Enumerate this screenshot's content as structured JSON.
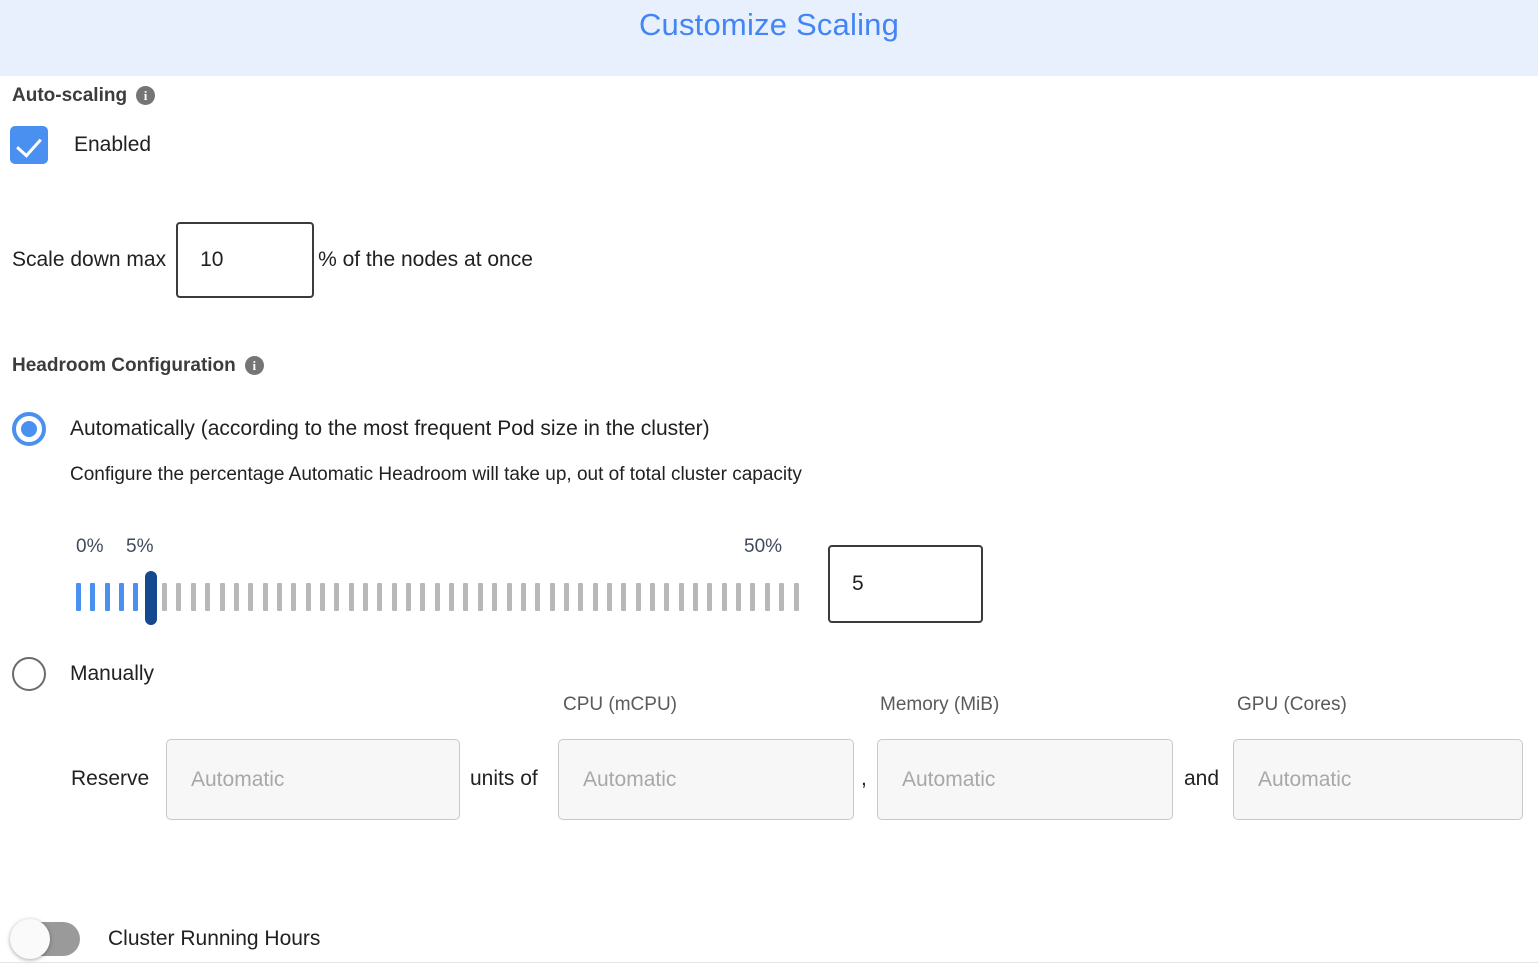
{
  "header": {
    "title": "Customize Scaling",
    "background_color": "#e9f0fd",
    "title_color": "#4285f4"
  },
  "autoscaling": {
    "label": "Auto-scaling",
    "info_icon": "info-icon",
    "info_glyph": "i",
    "checkbox_checked": true,
    "checkbox_label": "Enabled",
    "checkbox_color": "#4a90f0"
  },
  "scale_down": {
    "label": "Scale down max",
    "value": "10",
    "suffix": "% of the nodes at once"
  },
  "headroom": {
    "label": "Headroom Configuration",
    "info_icon": "info-icon",
    "info_glyph": "i",
    "options": [
      {
        "label": "Automatically (according to the most frequent Pod size in the cluster)",
        "selected": true
      },
      {
        "label": "Manually",
        "selected": false
      }
    ],
    "description": "Configure the percentage Automatic Headroom will take up, out of total cluster capacity"
  },
  "slider": {
    "min_label": "0%",
    "current_label": "5%",
    "max_label": "50%",
    "min": 0,
    "max": 50,
    "value": 5,
    "tick_count": 51,
    "active_color": "#4a90f0",
    "inactive_color": "#b8b8b8",
    "thumb_color": "#14488f",
    "value_input": "5"
  },
  "manual_reserve": {
    "reserve_label": "Reserve",
    "units_of_label": "units of",
    "comma_label": ",",
    "and_label": "and",
    "captions": {
      "cpu": "CPU (mCPU)",
      "memory": "Memory (MiB)",
      "gpu": "GPU (Cores)"
    },
    "fields": {
      "units_placeholder": "Automatic",
      "cpu_placeholder": "Automatic",
      "memory_placeholder": "Automatic",
      "gpu_placeholder": "Automatic",
      "units_value": "",
      "cpu_value": "",
      "memory_value": "",
      "gpu_value": ""
    }
  },
  "cluster_running_hours": {
    "label": "Cluster Running Hours",
    "enabled": false
  }
}
